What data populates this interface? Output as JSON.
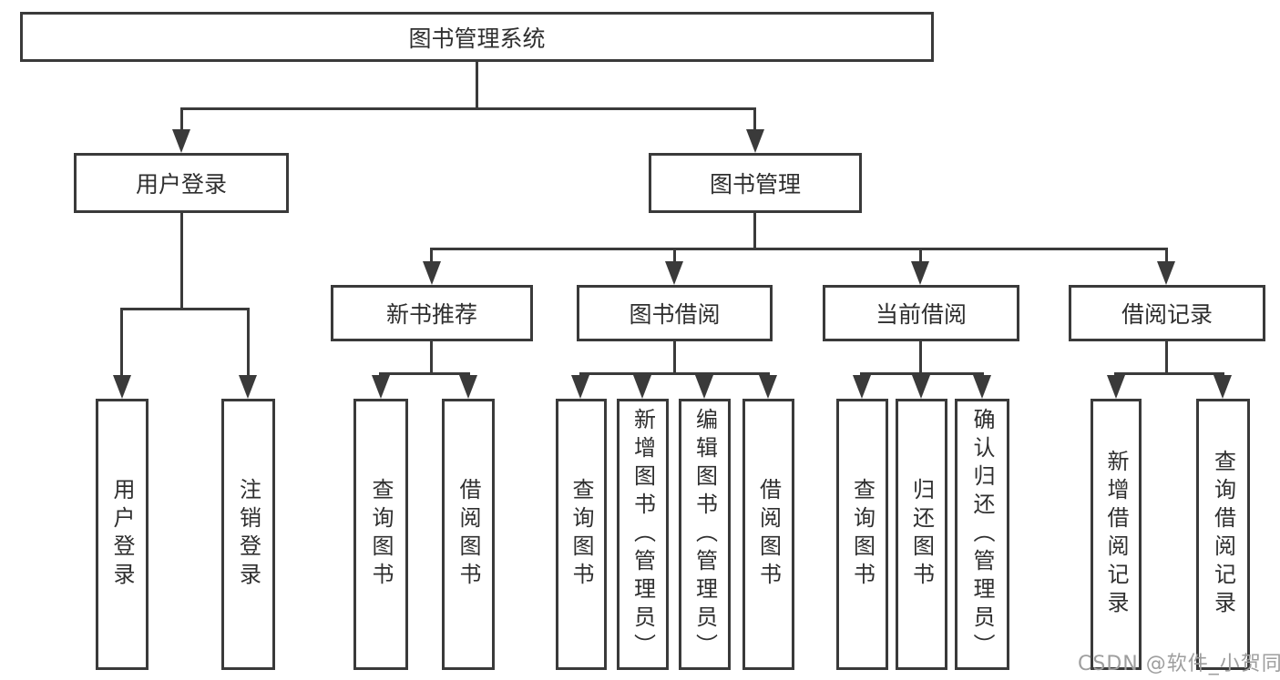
{
  "colors": {
    "line": "#3a3a3a",
    "text": "#2f2f2f",
    "watermark": "#9e9e9e"
  },
  "watermark": "CSDN @软件_小贺同学",
  "nodes": {
    "root": {
      "label": "图书管理系统"
    },
    "branches": [
      {
        "label": "用户登录"
      },
      {
        "label": "图书管理"
      }
    ],
    "modules": [
      {
        "label": "新书推荐"
      },
      {
        "label": "图书借阅"
      },
      {
        "label": "当前借阅"
      },
      {
        "label": "借阅记录"
      }
    ],
    "leaves": [
      {
        "label": "用户登录"
      },
      {
        "label": "注销登录"
      },
      {
        "label": "查询图书"
      },
      {
        "label": "借阅图书"
      },
      {
        "label": "查询图书"
      },
      {
        "label": "新增图书（管理员）"
      },
      {
        "label": "编辑图书（管理员）"
      },
      {
        "label": "借阅图书"
      },
      {
        "label": "查询图书"
      },
      {
        "label": "归还图书"
      },
      {
        "label": "确认归还（管理员）"
      },
      {
        "label": "新增借阅记录"
      },
      {
        "label": "查询借阅记录"
      }
    ]
  }
}
